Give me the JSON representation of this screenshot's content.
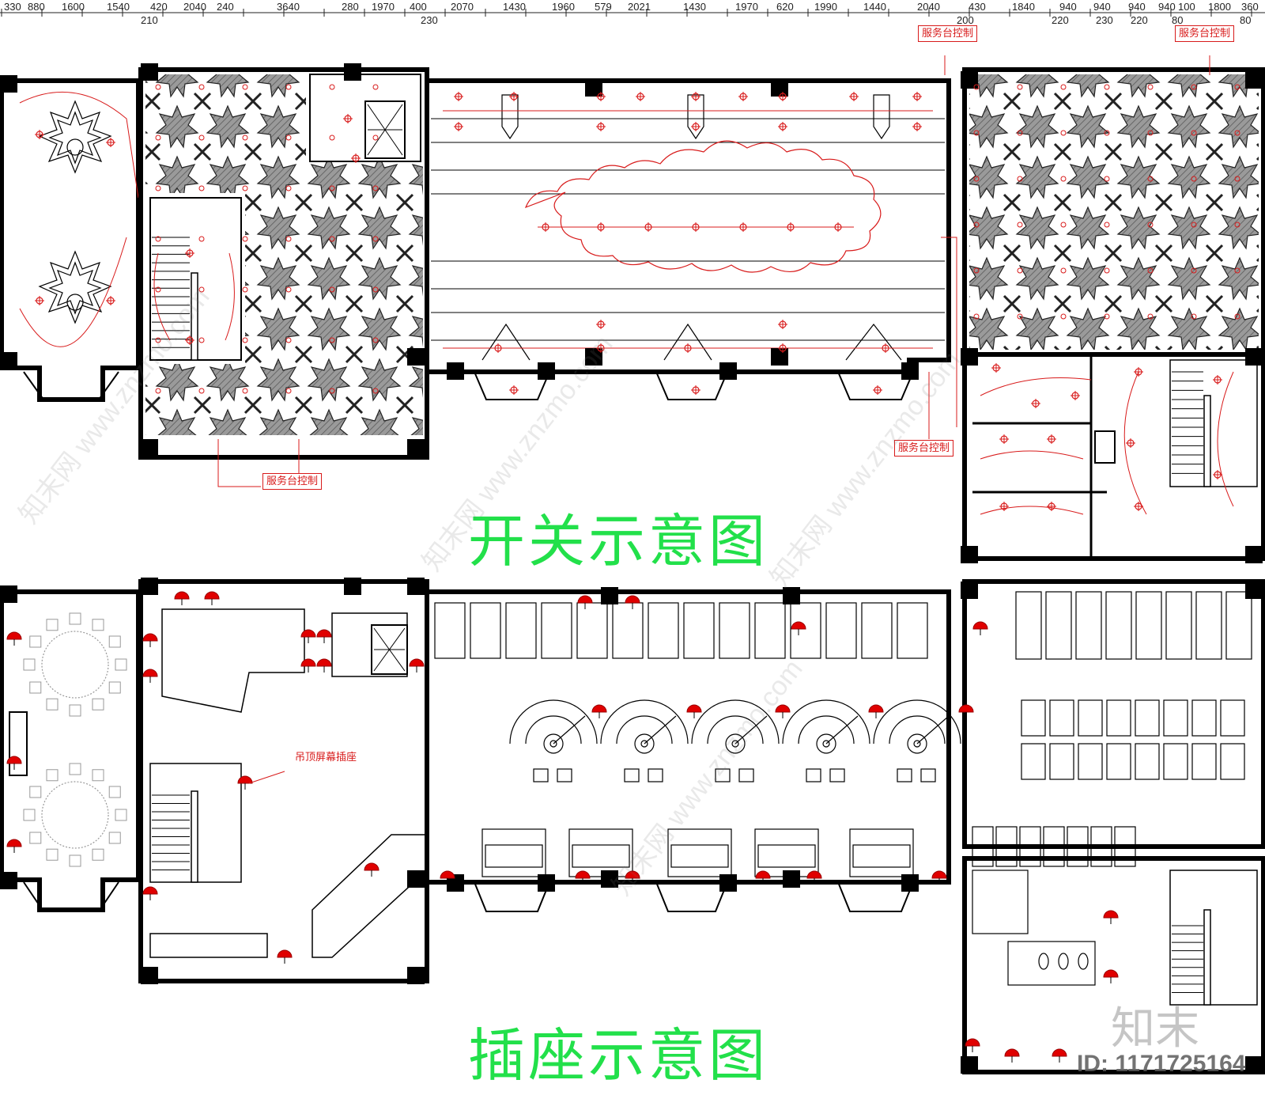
{
  "dimension_labels_top": [
    "330",
    "880",
    "1600",
    "1540",
    "420",
    "2040",
    "240",
    "3640",
    "280",
    "1970",
    "400",
    "2070",
    "1430",
    "1960",
    "579",
    "2021",
    "1430",
    "1970",
    "620",
    "1990",
    "1440",
    "2040",
    "430",
    "1840",
    "940",
    "940",
    "940",
    "940",
    "100",
    "1800",
    "360"
  ],
  "dimension_labels_sub": [
    "210",
    "230",
    "200",
    "220",
    "230",
    "220",
    "80",
    "80"
  ],
  "titles": {
    "switch_diagram": "开关示意图",
    "socket_diagram": "插座示意图"
  },
  "annotations": {
    "service_desk_control": "服务台控制",
    "ceiling_screen_socket": "吊顶屏幕插座"
  },
  "watermark": {
    "site": "知末网 www.znzmo.com",
    "logo": "知末",
    "id": "ID: 1171725164"
  },
  "colors": {
    "wall": "#000000",
    "circuit": "#d81b1b",
    "title": "#22e04a",
    "socket": "#e00000",
    "aux": "#1ea8b8"
  },
  "icons": [
    "socket-icon",
    "light-icon",
    "stair-icon",
    "elevator-icon",
    "round-table-icon",
    "toilet-icon"
  ]
}
